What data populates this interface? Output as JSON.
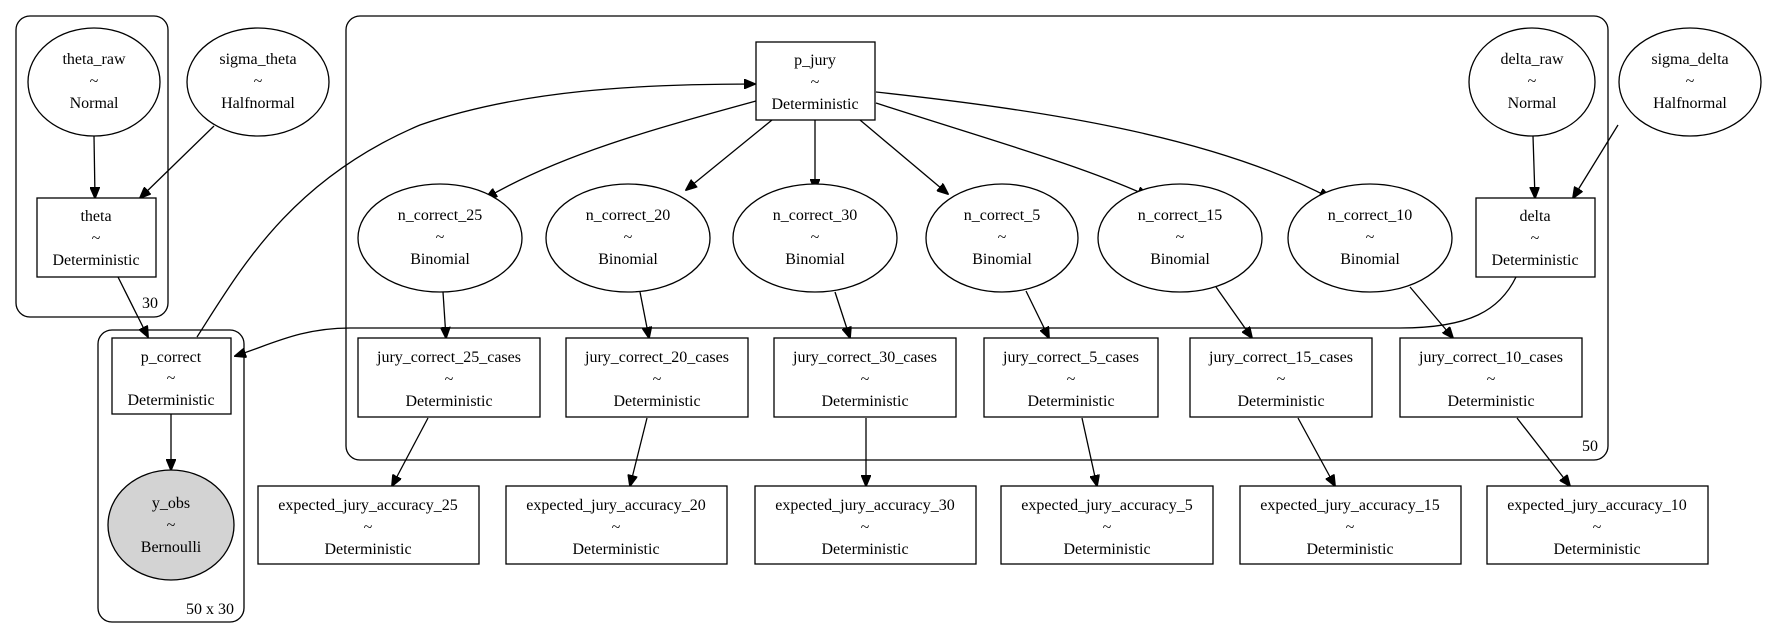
{
  "plates": [
    {
      "id": "plate-30",
      "label": "30"
    },
    {
      "id": "plate-50",
      "label": "50"
    },
    {
      "id": "plate-50x30",
      "label": "50 x 30"
    }
  ],
  "nodes": [
    {
      "id": "theta_raw",
      "name": "theta_raw",
      "tilde": "~",
      "dist": "Normal"
    },
    {
      "id": "sigma_theta",
      "name": "sigma_theta",
      "tilde": "~",
      "dist": "Halfnormal"
    },
    {
      "id": "theta",
      "name": "theta",
      "tilde": "~",
      "dist": "Deterministic"
    },
    {
      "id": "p_jury",
      "name": "p_jury",
      "tilde": "~",
      "dist": "Deterministic"
    },
    {
      "id": "delta_raw",
      "name": "delta_raw",
      "tilde": "~",
      "dist": "Normal"
    },
    {
      "id": "sigma_delta",
      "name": "sigma_delta",
      "tilde": "~",
      "dist": "Halfnormal"
    },
    {
      "id": "delta",
      "name": "delta",
      "tilde": "~",
      "dist": "Deterministic"
    },
    {
      "id": "n_correct_25",
      "name": "n_correct_25",
      "tilde": "~",
      "dist": "Binomial"
    },
    {
      "id": "n_correct_20",
      "name": "n_correct_20",
      "tilde": "~",
      "dist": "Binomial"
    },
    {
      "id": "n_correct_30",
      "name": "n_correct_30",
      "tilde": "~",
      "dist": "Binomial"
    },
    {
      "id": "n_correct_5",
      "name": "n_correct_5",
      "tilde": "~",
      "dist": "Binomial"
    },
    {
      "id": "n_correct_15",
      "name": "n_correct_15",
      "tilde": "~",
      "dist": "Binomial"
    },
    {
      "id": "n_correct_10",
      "name": "n_correct_10",
      "tilde": "~",
      "dist": "Binomial"
    },
    {
      "id": "p_correct",
      "name": "p_correct",
      "tilde": "~",
      "dist": "Deterministic"
    },
    {
      "id": "y_obs",
      "name": "y_obs",
      "tilde": "~",
      "dist": "Bernoulli"
    },
    {
      "id": "jury_correct_25_cases",
      "name": "jury_correct_25_cases",
      "tilde": "~",
      "dist": "Deterministic"
    },
    {
      "id": "jury_correct_20_cases",
      "name": "jury_correct_20_cases",
      "tilde": "~",
      "dist": "Deterministic"
    },
    {
      "id": "jury_correct_30_cases",
      "name": "jury_correct_30_cases",
      "tilde": "~",
      "dist": "Deterministic"
    },
    {
      "id": "jury_correct_5_cases",
      "name": "jury_correct_5_cases",
      "tilde": "~",
      "dist": "Deterministic"
    },
    {
      "id": "jury_correct_15_cases",
      "name": "jury_correct_15_cases",
      "tilde": "~",
      "dist": "Deterministic"
    },
    {
      "id": "jury_correct_10_cases",
      "name": "jury_correct_10_cases",
      "tilde": "~",
      "dist": "Deterministic"
    },
    {
      "id": "expected_jury_accuracy_25",
      "name": "expected_jury_accuracy_25",
      "tilde": "~",
      "dist": "Deterministic"
    },
    {
      "id": "expected_jury_accuracy_20",
      "name": "expected_jury_accuracy_20",
      "tilde": "~",
      "dist": "Deterministic"
    },
    {
      "id": "expected_jury_accuracy_30",
      "name": "expected_jury_accuracy_30",
      "tilde": "~",
      "dist": "Deterministic"
    },
    {
      "id": "expected_jury_accuracy_5",
      "name": "expected_jury_accuracy_5",
      "tilde": "~",
      "dist": "Deterministic"
    },
    {
      "id": "expected_jury_accuracy_15",
      "name": "expected_jury_accuracy_15",
      "tilde": "~",
      "dist": "Deterministic"
    },
    {
      "id": "expected_jury_accuracy_10",
      "name": "expected_jury_accuracy_10",
      "tilde": "~",
      "dist": "Deterministic"
    }
  ],
  "edges": [
    {
      "from": "theta_raw",
      "to": "theta"
    },
    {
      "from": "sigma_theta",
      "to": "theta"
    },
    {
      "from": "theta",
      "to": "p_correct"
    },
    {
      "from": "p_correct",
      "to": "p_jury"
    },
    {
      "from": "delta",
      "to": "p_correct"
    },
    {
      "from": "p_correct",
      "to": "y_obs"
    },
    {
      "from": "delta_raw",
      "to": "delta"
    },
    {
      "from": "sigma_delta",
      "to": "delta"
    },
    {
      "from": "p_jury",
      "to": "n_correct_25"
    },
    {
      "from": "p_jury",
      "to": "n_correct_20"
    },
    {
      "from": "p_jury",
      "to": "n_correct_30"
    },
    {
      "from": "p_jury",
      "to": "n_correct_5"
    },
    {
      "from": "p_jury",
      "to": "n_correct_15"
    },
    {
      "from": "p_jury",
      "to": "n_correct_10"
    },
    {
      "from": "n_correct_25",
      "to": "jury_correct_25_cases"
    },
    {
      "from": "n_correct_20",
      "to": "jury_correct_20_cases"
    },
    {
      "from": "n_correct_30",
      "to": "jury_correct_30_cases"
    },
    {
      "from": "n_correct_5",
      "to": "jury_correct_5_cases"
    },
    {
      "from": "n_correct_15",
      "to": "jury_correct_15_cases"
    },
    {
      "from": "n_correct_10",
      "to": "jury_correct_10_cases"
    },
    {
      "from": "jury_correct_25_cases",
      "to": "expected_jury_accuracy_25"
    },
    {
      "from": "jury_correct_20_cases",
      "to": "expected_jury_accuracy_20"
    },
    {
      "from": "jury_correct_30_cases",
      "to": "expected_jury_accuracy_30"
    },
    {
      "from": "jury_correct_5_cases",
      "to": "expected_jury_accuracy_5"
    },
    {
      "from": "jury_correct_15_cases",
      "to": "expected_jury_accuracy_15"
    },
    {
      "from": "jury_correct_10_cases",
      "to": "expected_jury_accuracy_10"
    }
  ],
  "colors": {
    "observed_fill": "#d3d3d3",
    "stroke": "#000000",
    "background": "#ffffff"
  }
}
